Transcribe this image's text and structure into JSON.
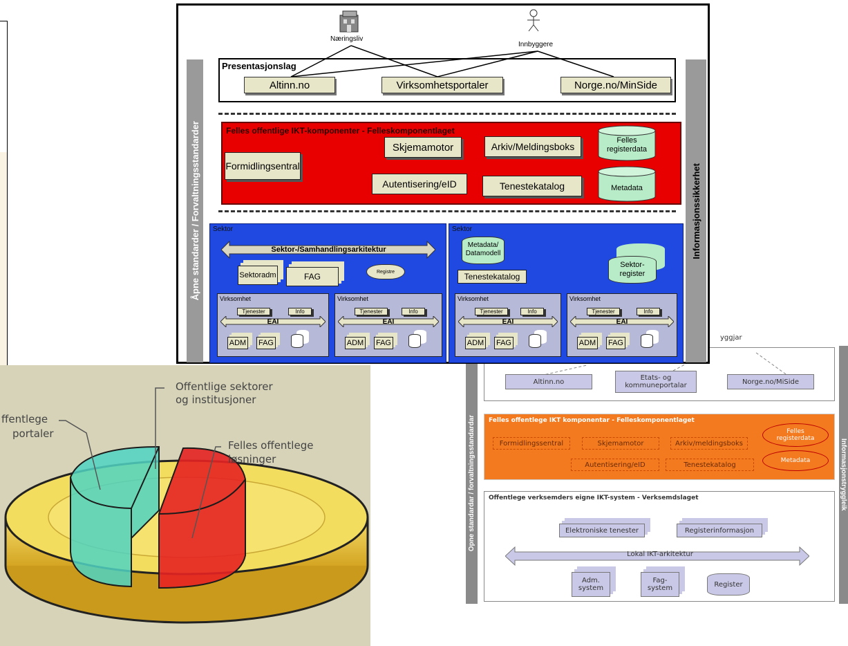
{
  "left_panel": {},
  "main_diagram": {
    "actor_left": "Næringsliv",
    "actor_right": "Innbyggere",
    "left_bar": "Åpne standarder / Forvaltningsstandarder",
    "right_bar": "Informasjonssikkerhet",
    "presentation": {
      "title": "Presentasjonslag",
      "items": [
        "Altinn.no",
        "Virksomhetsportaler",
        "Norge.no/MinSide"
      ]
    },
    "felles": {
      "title": "Felles offentlige IKT-komponenter - Felleskomponentlaget",
      "formidling": "Formidlingsentral",
      "skjema": "Skjemamotor",
      "arkiv": "Arkiv/Meldingsboks",
      "autent": "Autentisering/eID",
      "teneste": "Tenestekatalog",
      "felles_reg_1": "Felles",
      "felles_reg_2": "registerdata",
      "metadata": "Metadata"
    },
    "sector_left": {
      "title": "Sektor",
      "arch": "Sektor-/Samhandlingsarkitektur",
      "sektoradm": "Sektoradm",
      "fag": "FAG",
      "registre": "Registre"
    },
    "sector_right": {
      "title": "Sektor",
      "meta_1": "Metadata/",
      "meta_2": "Datamodell",
      "teneste": "Tenestekatalog",
      "reg_1": "Sektor-",
      "reg_2": "register"
    },
    "virksomhet": {
      "title": "Virksomhet",
      "tjenester": "Tjenester",
      "info": "Info",
      "eai": "EAI",
      "adm": "ADM",
      "fag": "FAG"
    }
  },
  "pie": {
    "label_top_1": "Offentlige sektorer",
    "label_top_2": "og institusjoner",
    "label_left_1": "ffentlege",
    "label_left_2": "portaler",
    "label_right_1": "Felles offentlege",
    "label_right_2": "løsninger"
  },
  "nynorsk_diagram": {
    "actor_partial": "yggjar",
    "left_bar": "Opne standardar / forvaltningsstandardar",
    "right_bar": "Informasjonstryggleik",
    "presentation_items": [
      "Altinn.no",
      "Etats- og kommuneportalar",
      "Norge.no/MiSide"
    ],
    "felles": {
      "title": "Felles offentlege IKT komponentar - Felleskomponentlaget",
      "formidling": "Formidlingssentral",
      "skjema": "Skjemamotor",
      "arkiv": "Arkiv/meldingsboks",
      "autent": "Autentisering/eID",
      "teneste": "Tenestekatalog",
      "felles_reg_1": "Felles",
      "felles_reg_2": "registerdata",
      "metadata": "Metadata"
    },
    "verk": {
      "title": "Offentlege verksemders eigne IKT-system - Verksemdslaget",
      "elektroniske": "Elektroniske tenester",
      "registerinfo": "Registerinformasjon",
      "lokal": "Lokal IKT-arkitektur",
      "adm_1": "Adm.",
      "adm_2": "system",
      "fag_1": "Fag-",
      "fag_2": "system",
      "register": "Register"
    }
  },
  "colors": {
    "felles_red": "#e80000",
    "sector_blue": "#1f49e0",
    "felles_orange": "#f47a20",
    "pie_yellow": "#f2d23a",
    "pie_cyan": "#3fd0c0",
    "pie_red": "#e02020"
  }
}
